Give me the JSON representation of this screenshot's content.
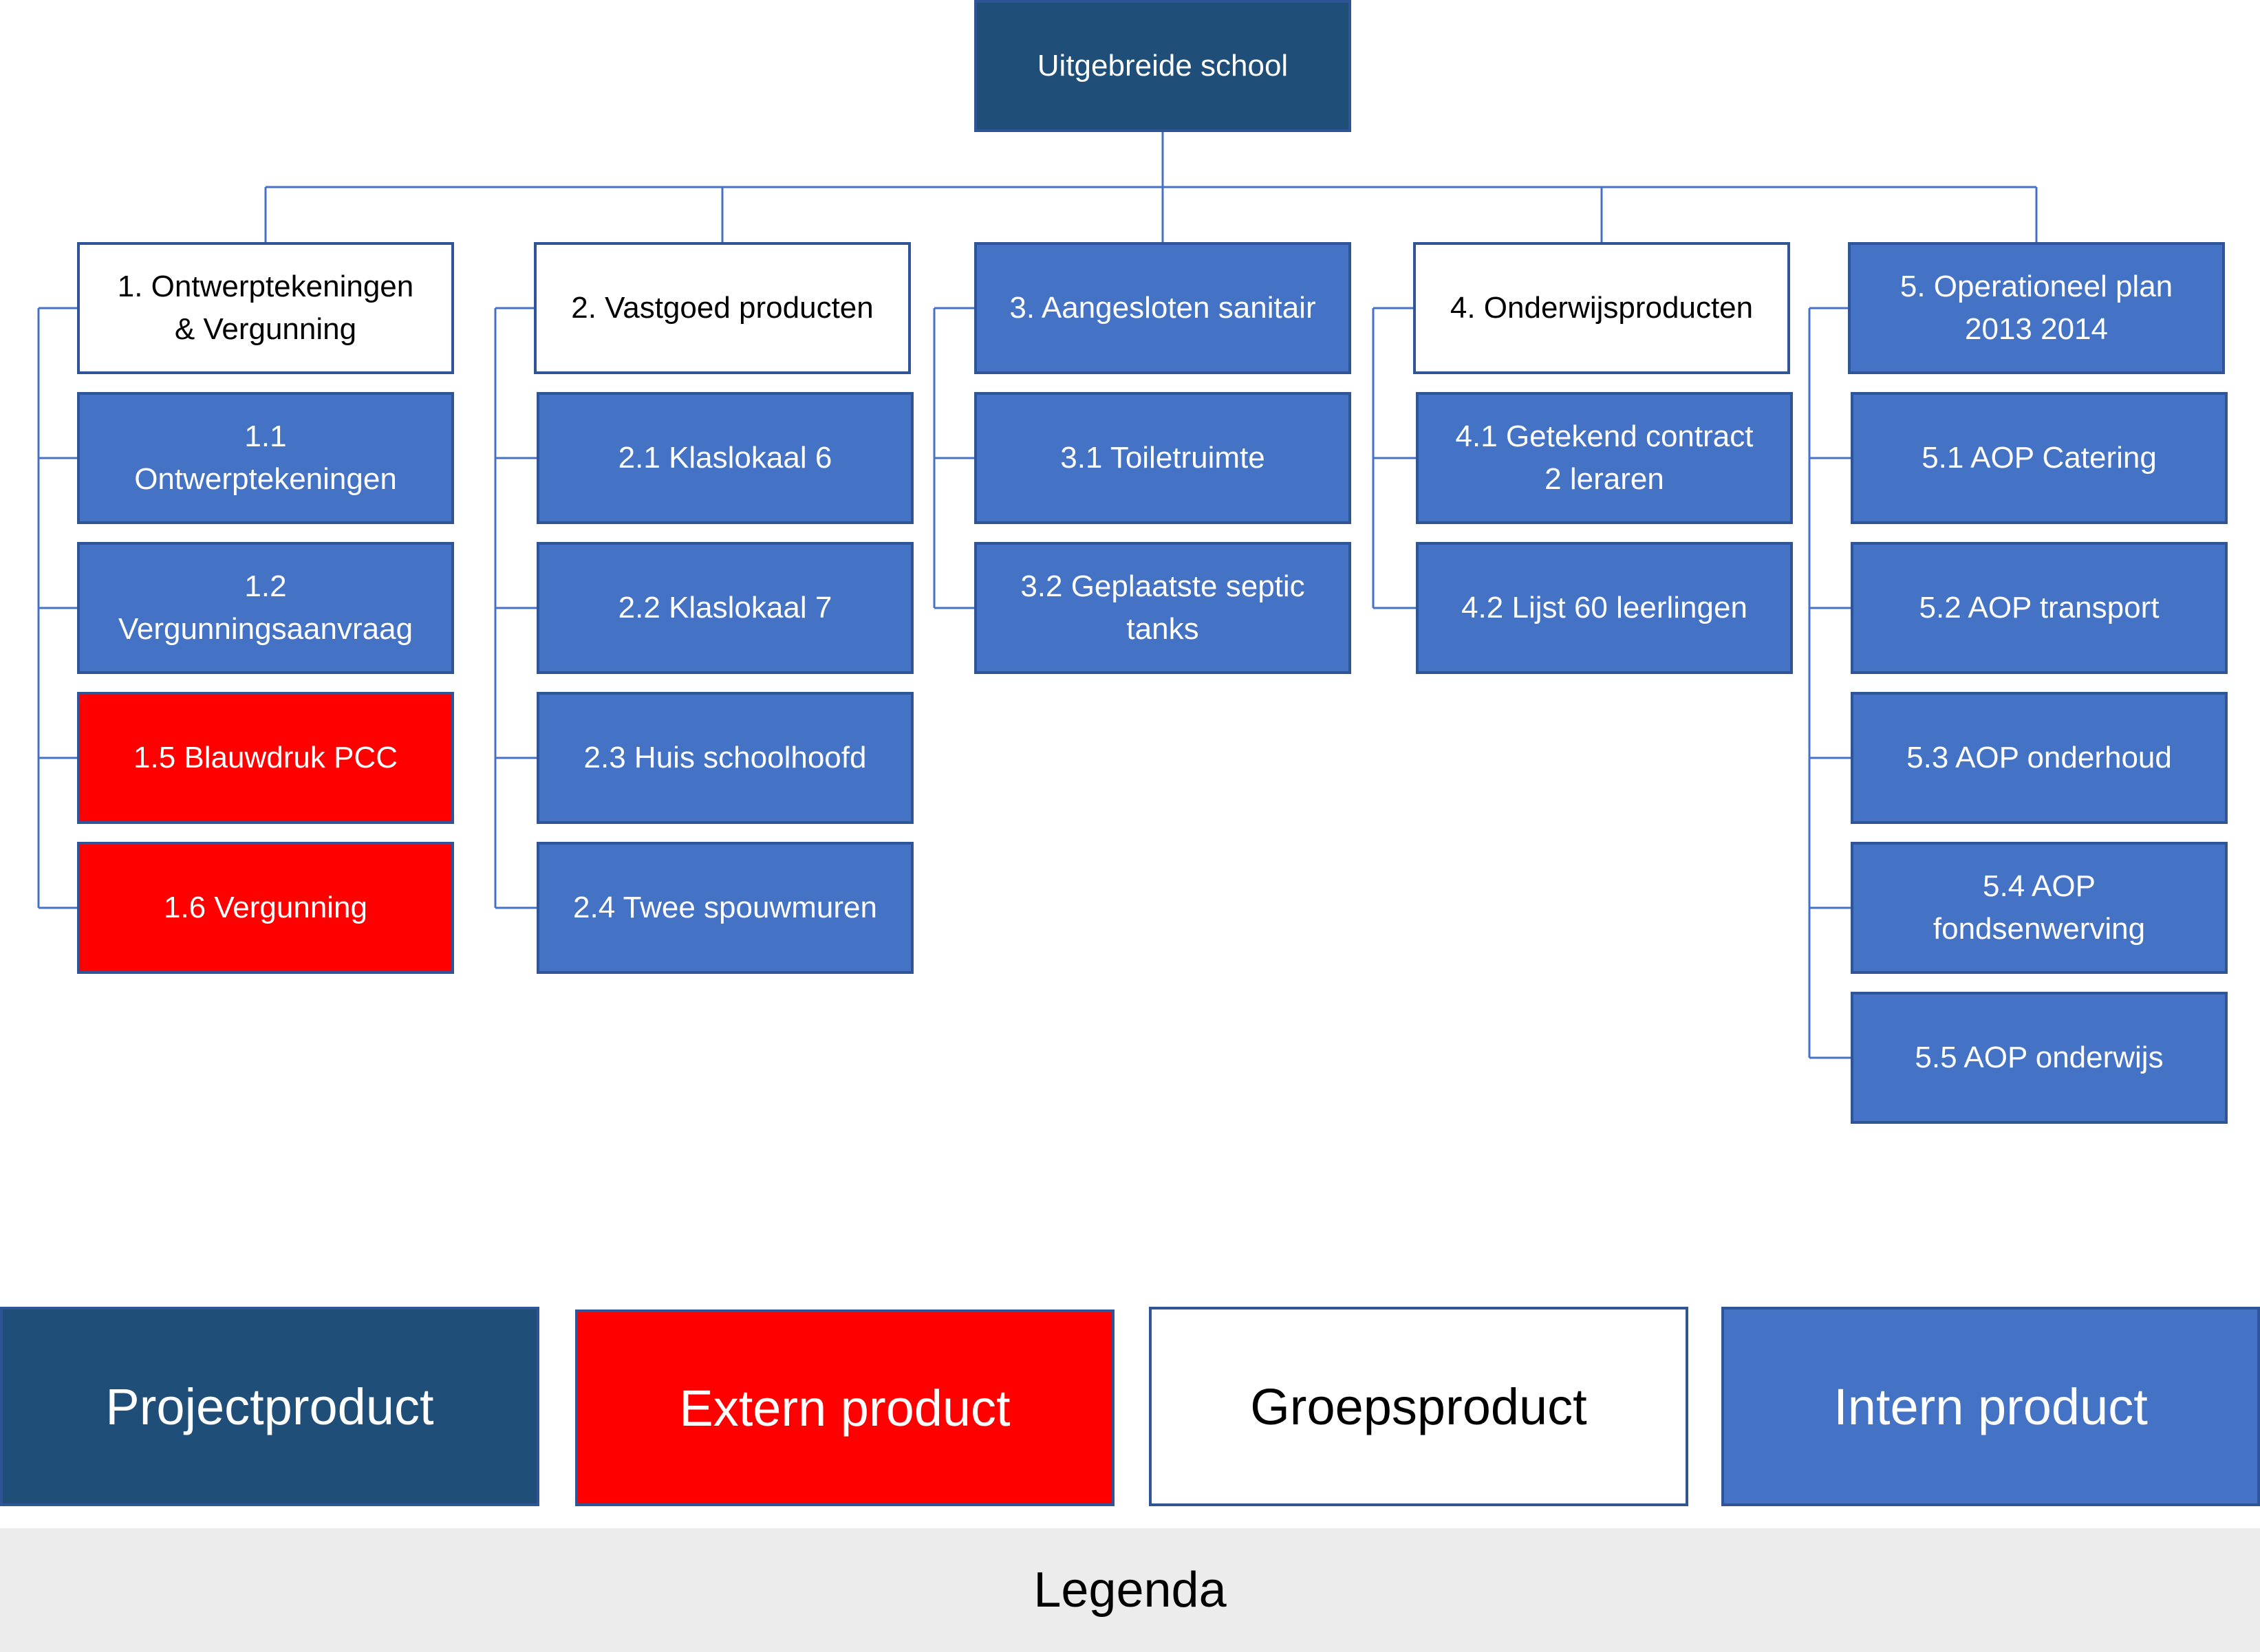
{
  "colors": {
    "projectproduct": "#1f4e79",
    "extern_product": "#ff0000",
    "groepsproduct": "#ffffff",
    "intern_product": "#4472c4",
    "connector": "#4472c4"
  },
  "root": {
    "label": "Uitgebreide school",
    "type": "project"
  },
  "groups": [
    {
      "label": "1. Ontwerptekeningen\n& Vergunning",
      "type": "group",
      "children": [
        {
          "label": "1.1\nOntwerptekeningen",
          "type": "intern"
        },
        {
          "label": "1.2\nVergunningsaanvraag",
          "type": "intern"
        },
        {
          "label": "1.5 Blauwdruk PCC",
          "type": "extern"
        },
        {
          "label": "1.6 Vergunning",
          "type": "extern"
        }
      ]
    },
    {
      "label": "2. Vastgoed producten",
      "type": "group",
      "children": [
        {
          "label": "2.1 Klaslokaal 6",
          "type": "intern"
        },
        {
          "label": "2.2 Klaslokaal 7",
          "type": "intern"
        },
        {
          "label": "2.3 Huis schoolhoofd",
          "type": "intern"
        },
        {
          "label": "2.4 Twee spouwmuren",
          "type": "intern"
        }
      ]
    },
    {
      "label": "3. Aangesloten sanitair",
      "type": "intern",
      "children": [
        {
          "label": "3.1 Toiletruimte",
          "type": "intern"
        },
        {
          "label": "3.2 Geplaatste septic\ntanks",
          "type": "intern"
        }
      ]
    },
    {
      "label": "4. Onderwijsproducten",
      "type": "group",
      "children": [
        {
          "label": "4.1 Getekend contract\n2 leraren",
          "type": "intern"
        },
        {
          "label": "4.2 Lijst 60 leerlingen",
          "type": "intern"
        }
      ]
    },
    {
      "label": "5. Operationeel plan\n2013 2014",
      "type": "intern",
      "children": [
        {
          "label": "5.1 AOP Catering",
          "type": "intern"
        },
        {
          "label": "5.2 AOP transport",
          "type": "intern"
        },
        {
          "label": "5.3 AOP onderhoud",
          "type": "intern"
        },
        {
          "label": "5.4 AOP\nfondsenwerving",
          "type": "intern"
        },
        {
          "label": "5.5 AOP onderwijs",
          "type": "intern"
        }
      ]
    }
  ],
  "legend": {
    "title": "Legenda",
    "items": [
      {
        "label": "Projectproduct",
        "type": "project"
      },
      {
        "label": "Extern product",
        "type": "extern"
      },
      {
        "label": "Groepsproduct",
        "type": "group"
      },
      {
        "label": "Intern product",
        "type": "intern"
      }
    ]
  }
}
